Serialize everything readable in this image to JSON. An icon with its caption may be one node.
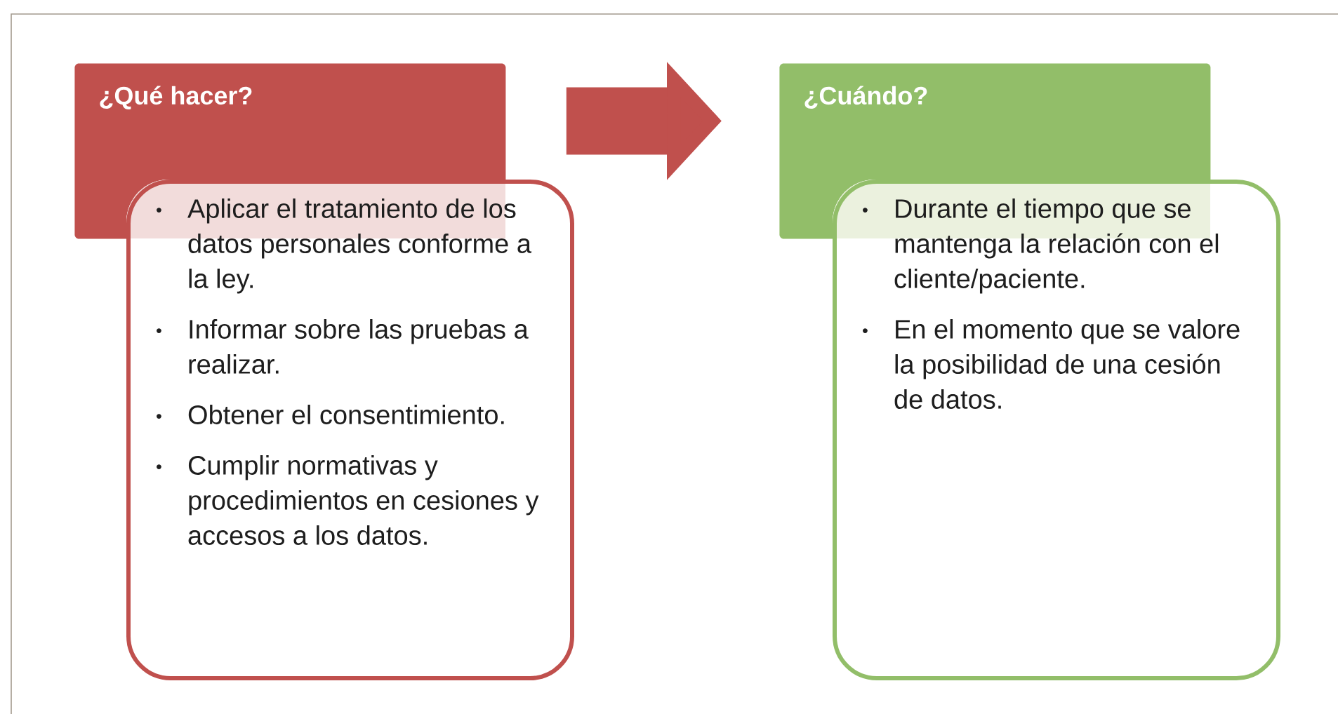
{
  "diagram": {
    "nodes": [
      {
        "text": [
          "¿Qué hacer?"
        ]
      },
      {
        "text": [
          "Aplicar el tratamiento de los datos personales conforme a la ley.",
          "Informar sobre las pruebas a realizar.",
          "Obtener el consentimiento.",
          "Cumplir normativas y procedimientos en cesiones y accesos a los datos."
        ]
      },
      {
        "text": [
          "¿Cuándo?"
        ]
      },
      {
        "text": [
          "Durante el tiempo que se mantenga la relación con el cliente/paciente.",
          "En el momento que se valore la posibilidad de una cesión de datos."
        ]
      }
    ],
    "edges": [
      {
        "from": 0,
        "to": 2,
        "arrow": "to"
      }
    ]
  }
}
